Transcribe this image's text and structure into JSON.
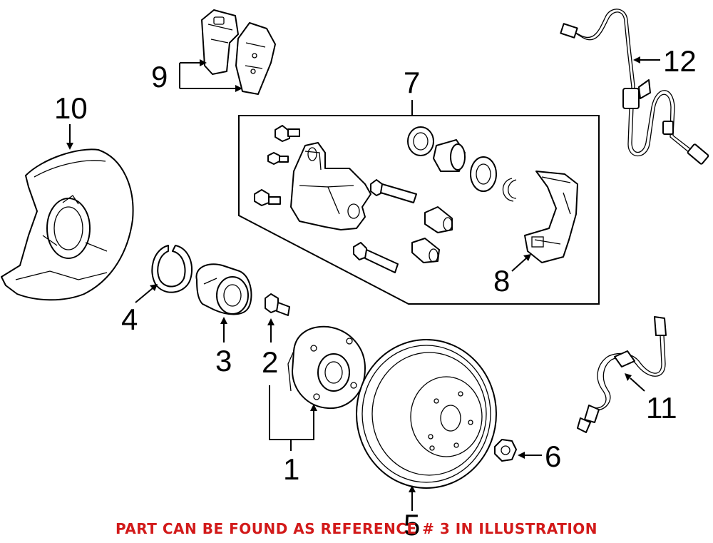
{
  "callouts": {
    "n1": "1",
    "n2": "2",
    "n3": "3",
    "n4": "4",
    "n5": "5",
    "n6": "6",
    "n7": "7",
    "n8": "8",
    "n9": "9",
    "n10": "10",
    "n11": "11",
    "n12": "12"
  },
  "notice": "PART CAN BE FOUND AS REFERENCE # 3 IN ILLUSTRATION",
  "colors": {
    "notice": "#d21a1a",
    "line": "#000000",
    "background": "#ffffff"
  }
}
